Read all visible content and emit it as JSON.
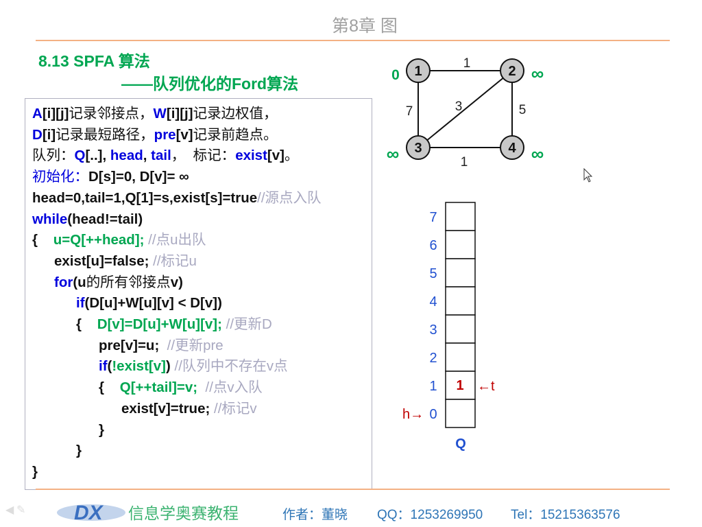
{
  "chapter_title": "第8章  图",
  "heading": "8.13 SPFA 算法",
  "subheading": "——队列优化的Ford算法",
  "colors": {
    "keyword": "#0000dd",
    "green": "#00a651",
    "comment": "#a8a8c0",
    "accent": "#f4b183",
    "queue_value": "#c00000",
    "node_fill": "#c8c8c8"
  },
  "code_lines": [
    {
      "indent": 0,
      "segs": [
        [
          "k",
          "A"
        ],
        [
          "b",
          "[i][j]"
        ],
        [
          "n",
          "记录邻接点，"
        ],
        [
          "k",
          "W"
        ],
        [
          "b",
          "[i][j]"
        ],
        [
          "n",
          "记录边权值，"
        ]
      ]
    },
    {
      "indent": 0,
      "segs": [
        [
          "k",
          "D"
        ],
        [
          "b",
          "[i]"
        ],
        [
          "n",
          "记录最短路径，"
        ],
        [
          "k",
          "pre"
        ],
        [
          "b",
          "[v]"
        ],
        [
          "n",
          "记录前趋点。"
        ]
      ]
    },
    {
      "indent": 0,
      "segs": [
        [
          "n",
          "队列："
        ],
        [
          "k",
          "Q"
        ],
        [
          "b",
          "[..], "
        ],
        [
          "k",
          "head"
        ],
        [
          "b",
          ", "
        ],
        [
          "k",
          "tail"
        ],
        [
          "n",
          "，  标记："
        ],
        [
          "k",
          "exist"
        ],
        [
          "b",
          "[v]"
        ],
        [
          "n",
          "。"
        ]
      ]
    },
    {
      "indent": 0,
      "segs": [
        [
          "bn",
          "初始化："
        ],
        [
          "b",
          "D[s]=0, D[v]= ∞"
        ]
      ]
    },
    {
      "indent": 0,
      "segs": [
        [
          "b",
          "head=0,tail=1,Q[1]=s,exist[s]=true"
        ],
        [
          "c",
          "//源点入队"
        ]
      ]
    },
    {
      "indent": 0,
      "segs": [
        [
          "k",
          "while"
        ],
        [
          "b",
          "(head!=tail)"
        ]
      ]
    },
    {
      "indent": 0,
      "segs": [
        [
          "b",
          "{    "
        ],
        [
          "g",
          "u=Q[++head];"
        ],
        [
          "c",
          " //点u出队"
        ]
      ]
    },
    {
      "indent": 1,
      "segs": [
        [
          "b",
          "exist[u]=false;"
        ],
        [
          "c",
          " //标记u"
        ]
      ]
    },
    {
      "indent": 1,
      "segs": [
        [
          "k",
          "for"
        ],
        [
          "b",
          "(u"
        ],
        [
          "n",
          "的所有邻接点"
        ],
        [
          "b",
          "v)"
        ]
      ]
    },
    {
      "indent": 2,
      "segs": [
        [
          "k",
          "if"
        ],
        [
          "b",
          "(D[u]+W[u][v] < D[v])"
        ]
      ]
    },
    {
      "indent": 2,
      "segs": [
        [
          "b",
          "{    "
        ],
        [
          "g",
          "D[v]=D[u]+W[u][v];"
        ],
        [
          "c",
          " //更新D"
        ]
      ]
    },
    {
      "indent": 3,
      "segs": [
        [
          "b",
          "pre[v]=u;"
        ],
        [
          "c",
          "  //更新pre"
        ]
      ]
    },
    {
      "indent": 3,
      "segs": [
        [
          "k",
          "if"
        ],
        [
          "b",
          "("
        ],
        [
          "g",
          "!exist[v]"
        ],
        [
          "b",
          ")"
        ],
        [
          "c",
          " //队列中不存在v点"
        ]
      ]
    },
    {
      "indent": 3,
      "segs": [
        [
          "b",
          "{    "
        ],
        [
          "g",
          "Q[++tail]=v;"
        ],
        [
          "c",
          "  //点v入队"
        ]
      ]
    },
    {
      "indent": 4,
      "segs": [
        [
          "b",
          "exist[v]=true;"
        ],
        [
          "c",
          " //标记v"
        ]
      ]
    },
    {
      "indent": 3,
      "segs": [
        [
          "b",
          "}"
        ]
      ]
    },
    {
      "indent": 2,
      "segs": [
        [
          "b",
          "}"
        ]
      ]
    },
    {
      "indent": 0,
      "segs": [
        [
          "b",
          "}"
        ]
      ]
    }
  ],
  "graph": {
    "nodes": [
      {
        "id": "1",
        "dist": "0"
      },
      {
        "id": "2",
        "dist": "∞"
      },
      {
        "id": "3",
        "dist": "∞"
      },
      {
        "id": "4",
        "dist": "∞"
      }
    ],
    "edges": [
      {
        "from": "1",
        "to": "2",
        "w": "1"
      },
      {
        "from": "1",
        "to": "3",
        "w": "7"
      },
      {
        "from": "2",
        "to": "3",
        "w": "3"
      },
      {
        "from": "2",
        "to": "4",
        "w": "5"
      },
      {
        "from": "3",
        "to": "4",
        "w": "1"
      }
    ]
  },
  "queue": {
    "label": "Q",
    "indices": [
      "7",
      "6",
      "5",
      "4",
      "3",
      "2",
      "1",
      "0"
    ],
    "cells": {
      "1": "1"
    },
    "head_label": "h→",
    "tail_label": "←t",
    "head": 0,
    "tail": 1
  },
  "footer": {
    "brand": "信息学奥赛教程",
    "author": "作者：董晓",
    "qq": "QQ：1253269950",
    "tel": "Tel：15215363576"
  }
}
